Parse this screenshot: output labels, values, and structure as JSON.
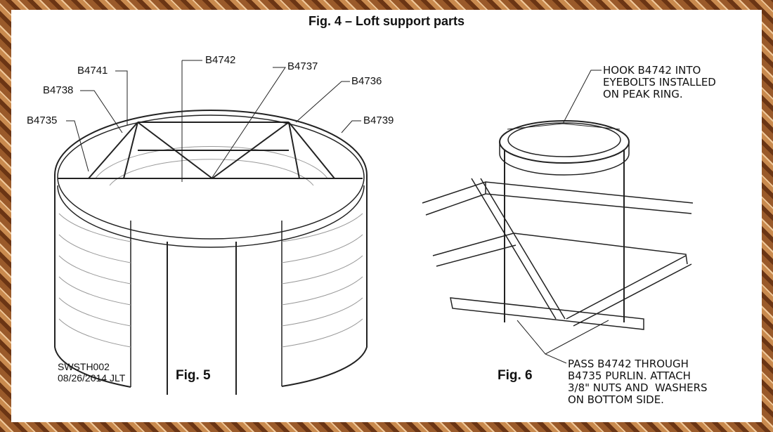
{
  "title": "Fig. 4 – Loft support parts",
  "fig5": {
    "caption": "Fig. 5",
    "labels": {
      "b4742": "B4742",
      "b4741": "B4741",
      "b4737": "B4737",
      "b4738": "B4738",
      "b4736": "B4736",
      "b4735": "B4735",
      "b4739": "B4739"
    },
    "drawing_id": "SWSTH002",
    "drawing_date": "08/26/2014 JLT"
  },
  "fig6": {
    "caption": "Fig. 6",
    "note_top": "HOOK B4742 INTO\nEYEBOLTS INSTALLED\nON PEAK RING.",
    "note_bottom": "PASS B4742 THROUGH\nB4735 PURLIN. ATTACH\n3/8\" NUTS AND  WASHERS\nON BOTTOM SIDE."
  }
}
